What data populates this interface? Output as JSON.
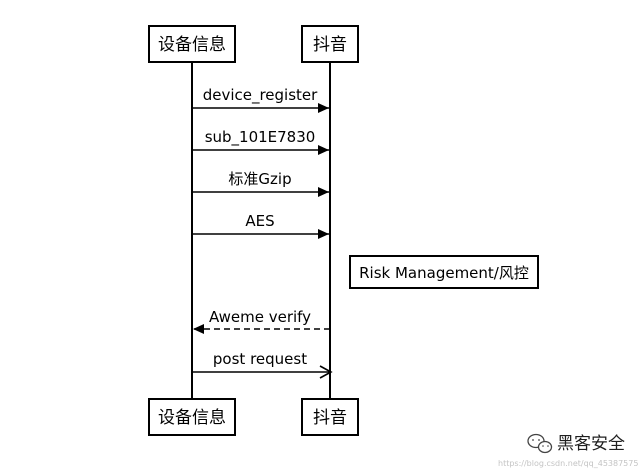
{
  "participants": {
    "left": {
      "label": "设备信息"
    },
    "right": {
      "label": "抖音"
    }
  },
  "messages": [
    {
      "label": "device_register",
      "direction": "left-to-right",
      "style": "solid"
    },
    {
      "label": "sub_101E7830",
      "direction": "left-to-right",
      "style": "solid"
    },
    {
      "label": "标准Gzip",
      "direction": "left-to-right",
      "style": "solid"
    },
    {
      "label": "AES",
      "direction": "left-to-right",
      "style": "solid"
    },
    {
      "label": "Aweme verify",
      "direction": "right-to-left",
      "style": "dashed"
    },
    {
      "label": "post request",
      "direction": "left-to-right",
      "style": "solid-open-arrow"
    }
  ],
  "note": {
    "label": "Risk Management/风控"
  },
  "watermark": {
    "name": "黑客安全",
    "url": "https://blog.csdn.net/qq_45387575",
    "icon": "wechat-icon"
  },
  "colors": {
    "line": "#000000",
    "background": "#ffffff",
    "watermark_text": "#1f1f1f",
    "watermark_url": "#c4c4c4"
  }
}
